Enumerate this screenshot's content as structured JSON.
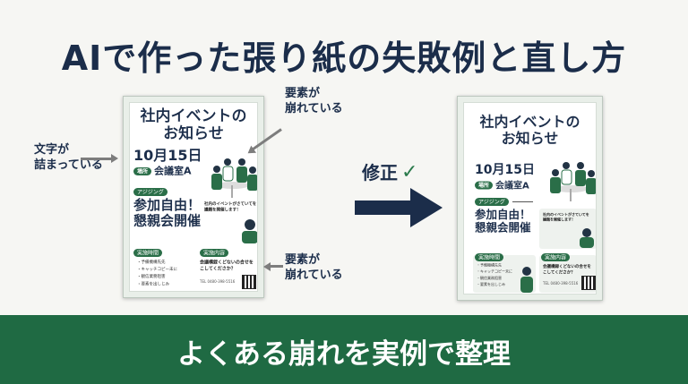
{
  "title": "AIで作った張り紙の失敗例と直し方",
  "banner": "よくある崩れを実例で整理",
  "fix_label": "修正",
  "annotations": {
    "text_cramped": "文字が\n詰まっている",
    "element_broken_top": "要素が\n崩れている",
    "element_broken_bottom": "要素が\n崩れている"
  },
  "poster": {
    "title_line1": "社内イベントの",
    "title_line2": "お知らせ",
    "date": "10月15日",
    "place_tag": "場所",
    "room": "会議室A",
    "category_tag": "アジジング",
    "headline_line1": "参加自由！",
    "headline_line2": "懇親会開催",
    "body": "社内のイベントがさていてを\n議題を開催します！",
    "section1_tag": "実施時間",
    "section2_tag": "実施内容",
    "list": [
      "予備機構先先",
      "キャッチコピー未に",
      "観信業務阻害",
      "要素を出しじみ"
    ],
    "contact": "会議構録くどないの合せを\nこしてくださか？",
    "tel": "TEL 0480-398-5516"
  },
  "colors": {
    "navy": "#1b2d4a",
    "green": "#1f6a43"
  }
}
